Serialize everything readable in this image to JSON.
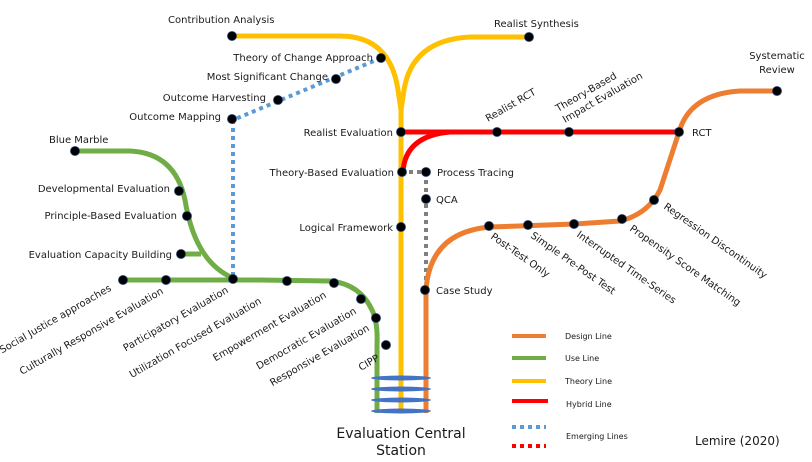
{
  "title": "Evaluation Central Station",
  "credit": "Lemire (2020)",
  "colors": {
    "design": "#ED7D31",
    "use": "#70AD47",
    "theory": "#FFC000",
    "hybrid": "#FF0000",
    "emerging_blue": "#5B9BD5",
    "emerging_red": "#FF0000",
    "emerging_grey": "#7F7F7F",
    "station_rings": "#4472C4",
    "stop": "#000000"
  },
  "station": {
    "line1": "Evaluation Central",
    "line2": "Station"
  },
  "lines": {
    "theory": {
      "name": "Theory Line",
      "stops": [
        "Contribution Analysis",
        "Theory of Change Approach",
        "Realist Synthesis",
        "Realist Evaluation",
        "Theory-Based Evaluation",
        "Logical Framework"
      ]
    },
    "hybrid": {
      "name": "Hybrid Line",
      "stops": [
        "Realist RCT",
        "Theory-Based Impact Evaluation",
        "RCT"
      ]
    },
    "design": {
      "name": "Design Line",
      "stops": [
        "Systematic Review",
        "RCT",
        "Regression Discontinuity",
        "Propensity Score Matching",
        "Interrupted Time-Series",
        "Simple Pre-Post Test",
        "Post-Test Only",
        "Case Study"
      ]
    },
    "use": {
      "name": "Use Line",
      "stops": [
        "Blue Marble",
        "Developmental Evaluation",
        "Principle-Based Evaluation",
        "Evaluation Capacity Building",
        "Social Justice approaches",
        "Culturally Responsive Evaluation",
        "Participatory Evaluation",
        "Utilization Focused Evaluation",
        "Empowerment Evaluation",
        "Democratic Evaluation",
        "Responsive Evaluation",
        "CIPP"
      ]
    },
    "emerging": {
      "name": "Emerging Lines",
      "stops": [
        "Most Significant Change",
        "Outcome Harvesting",
        "Outcome Mapping",
        "Process Tracing",
        "QCA"
      ]
    }
  },
  "labels": {
    "contribution_analysis": "Contribution Analysis",
    "realist_synthesis": "Realist Synthesis",
    "theory_of_change": "Theory of Change Approach",
    "most_significant_change": "Most Significant Change",
    "outcome_harvesting": "Outcome Harvesting",
    "outcome_mapping": "Outcome Mapping",
    "realist_evaluation": "Realist Evaluation",
    "theory_based_evaluation": "Theory-Based Evaluation",
    "process_tracing": "Process Tracing",
    "qca": "QCA",
    "logical_framework": "Logical Framework",
    "case_study": "Case Study",
    "realist_rct": "Realist RCT",
    "tbie_line1": "Theory-Based",
    "tbie_line2": "Impact Evaluation",
    "rct": "RCT",
    "systematic_line1": "Systematic",
    "systematic_line2": "Review",
    "regression_discontinuity": "Regression Discontinuity",
    "propensity_score_matching": "Propensity Score Matching",
    "interrupted_time_series": "Interrupted Time-Series",
    "simple_pre_post": "Simple Pre-Post Test",
    "post_test_only": "Post-Test Only",
    "blue_marble": "Blue Marble",
    "developmental_evaluation": "Developmental Evaluation",
    "principle_based_evaluation": "Principle-Based Evaluation",
    "evaluation_capacity_building": "Evaluation Capacity Building",
    "social_justice": "Social Justice approaches",
    "culturally_responsive": "Culturally Responsive Evaluation",
    "participatory": "Participatory Evaluation",
    "utilization_focused": "Utilization Focused Evaluation",
    "empowerment": "Empowerment Evaluation",
    "democratic": "Democratic Evaluation",
    "responsive": "Responsive Evaluation",
    "cipp": "CIPP"
  },
  "legend": [
    {
      "label": "Design Line",
      "style": "solid",
      "color": "#ED7D31"
    },
    {
      "label": "Use Line",
      "style": "solid",
      "color": "#70AD47"
    },
    {
      "label": "Theory Line",
      "style": "solid",
      "color": "#FFC000"
    },
    {
      "label": "Hybrid Line",
      "style": "solid",
      "color": "#FF0000"
    },
    {
      "label": "Emerging Lines",
      "style": "dotted",
      "colors": [
        "#5B9BD5",
        "#FF0000"
      ]
    }
  ]
}
